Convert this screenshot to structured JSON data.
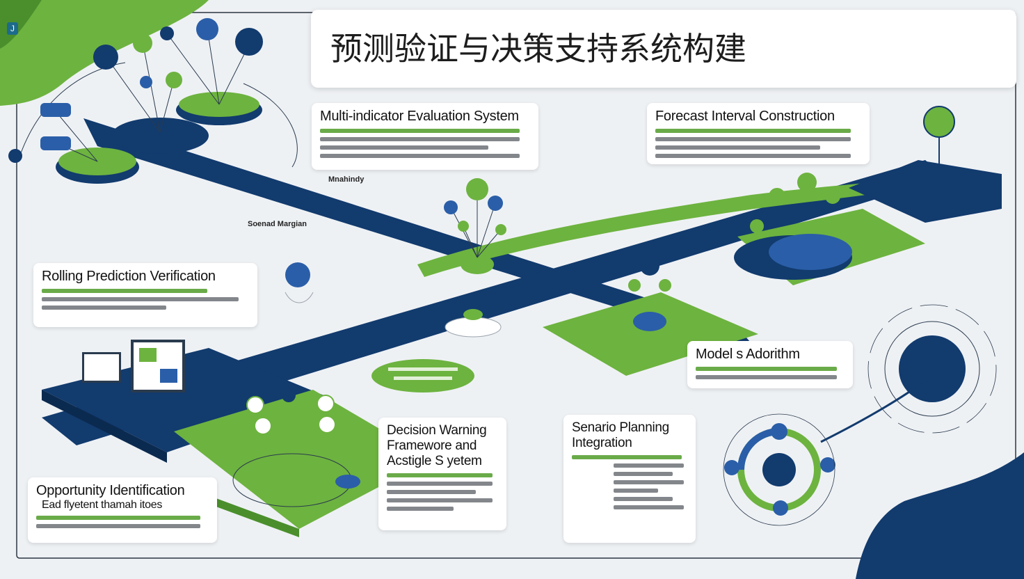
{
  "title": "预测验证与决策支持系统构建",
  "cards": {
    "multi_indicator": {
      "title": "Multi-indicator Evaluation System"
    },
    "forecast_interval": {
      "title": "Forecast Interval Construction"
    },
    "rolling_prediction": {
      "title": "Rolling Prediction Verification"
    },
    "model_algorithm": {
      "title": "Model s Adorithm"
    },
    "decision_warning": {
      "title": "Decision Warning Framewore and Acstigle S yetem"
    },
    "scenario_planning": {
      "title": "Senario Planning Integration"
    },
    "opportunity": {
      "title": "Opportunity Identification",
      "subtitle": "Ead flyetent thamah itoes"
    }
  },
  "labels": {
    "mnahindy": "Mnahindy",
    "scenario_margin": "Soenad Margian",
    "icon_badge": "J"
  },
  "colors": {
    "navy": "#123b6e",
    "blue": "#2a5ea8",
    "green": "#6db33f",
    "light_green": "#8cc63f",
    "background": "#eef1f4"
  }
}
